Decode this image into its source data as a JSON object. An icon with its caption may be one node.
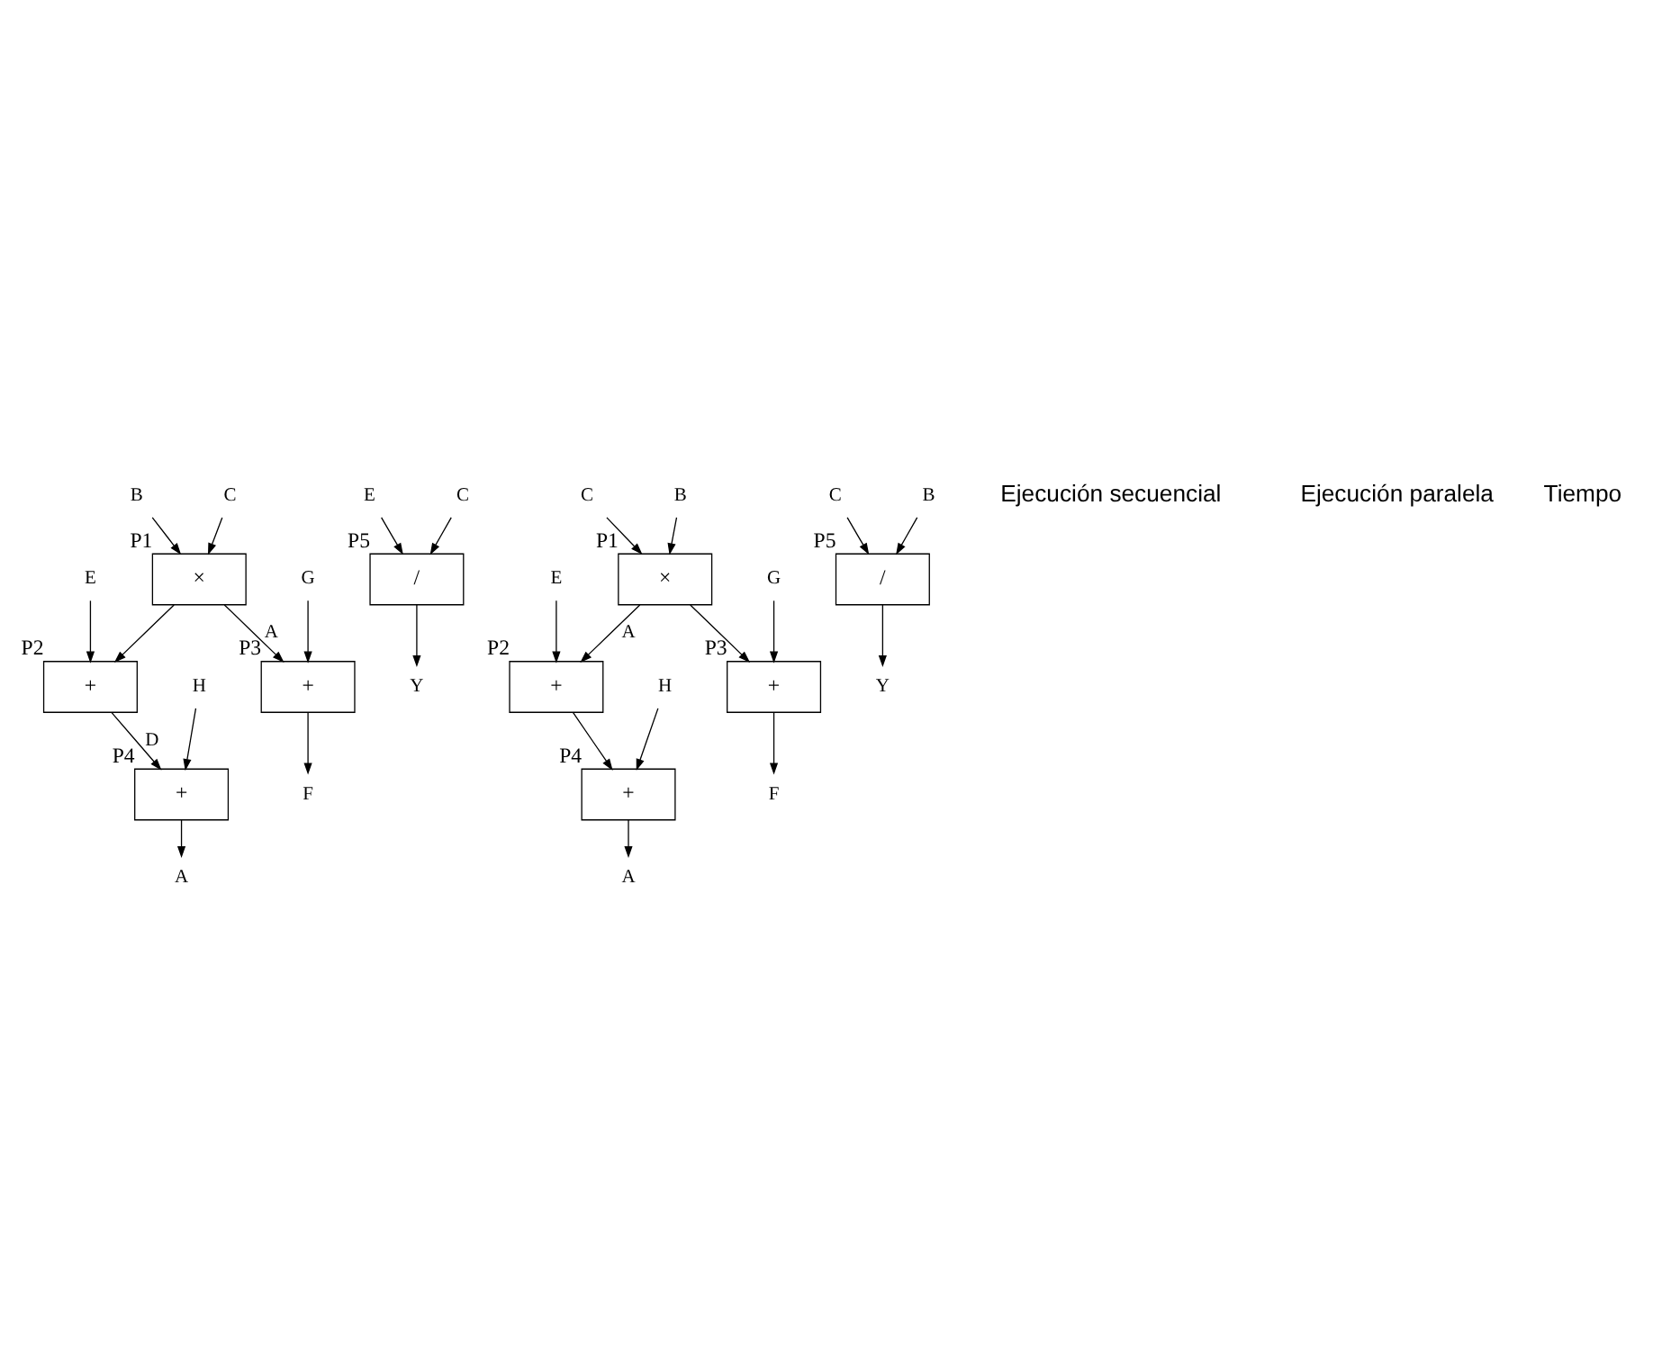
{
  "diagram": {
    "nodes": [
      {
        "text": [
          "B"
        ]
      },
      {
        "text": [
          "C"
        ]
      },
      {
        "text": [
          "×"
        ],
        "beside": [
          "P1"
        ]
      },
      {
        "text": [
          "E"
        ]
      },
      {
        "text": [
          "+"
        ],
        "beside": [
          "P2"
        ]
      },
      {
        "text": [
          "G"
        ]
      },
      {
        "text": [
          "+"
        ],
        "beside": [
          "P3"
        ]
      },
      {
        "text": [
          "F"
        ]
      },
      {
        "text": [
          "H"
        ]
      },
      {
        "text": [
          "+"
        ],
        "beside": [
          "P4"
        ]
      },
      {
        "text": [
          "E"
        ]
      },
      {
        "text": [
          "C"
        ]
      },
      {
        "text": [
          "/"
        ],
        "beside": [
          "P5"
        ]
      },
      {
        "text": [
          "A"
        ]
      },
      {
        "text": [
          "Y"
        ]
      },
      {
        "text": [
          "C"
        ]
      },
      {
        "text": [
          "B"
        ]
      },
      {
        "text": [
          "×"
        ],
        "beside": [
          "P1"
        ]
      },
      {
        "text": [
          "E"
        ]
      },
      {
        "text": [
          "+"
        ],
        "beside": [
          "P2"
        ]
      },
      {
        "text": [
          "G"
        ]
      },
      {
        "text": [
          "+"
        ],
        "beside": [
          "P3"
        ]
      },
      {
        "text": [
          "C"
        ]
      },
      {
        "text": [
          "B"
        ]
      },
      {
        "text": [
          "/"
        ],
        "beside": [
          "P5"
        ]
      },
      {
        "text": [
          "H"
        ]
      },
      {
        "text": [
          "+"
        ],
        "beside": [
          "P4"
        ]
      },
      {
        "text": [
          "A"
        ]
      },
      {
        "text": [
          "F"
        ]
      },
      {
        "text": [
          "Y"
        ]
      }
    ],
    "edges": [
      {
        "from": 0,
        "to": 2,
        "arrow": "to"
      },
      {
        "from": 1,
        "to": 2,
        "arrow": "to"
      },
      {
        "from": 2,
        "to": 4,
        "arrow": "to"
      },
      {
        "from": 2,
        "to": 6,
        "arrow": "to",
        "label": "A"
      },
      {
        "from": 3,
        "to": 4,
        "arrow": "to"
      },
      {
        "from": 4,
        "to": 9,
        "arrow": "to",
        "label": "D"
      },
      {
        "from": 5,
        "to": 6,
        "arrow": "to"
      },
      {
        "from": 6,
        "to": 7,
        "arrow": "to"
      },
      {
        "from": 8,
        "to": 9,
        "arrow": "to"
      },
      {
        "from": 9,
        "to": 13,
        "arrow": "to"
      },
      {
        "from": 11,
        "to": 12,
        "arrow": "to"
      },
      {
        "from": 10,
        "to": 12,
        "arrow": "to"
      },
      {
        "from": 12,
        "to": 14,
        "arrow": "to"
      },
      {
        "from": 15,
        "to": 17,
        "arrow": "to"
      },
      {
        "from": 16,
        "to": 17,
        "arrow": "to"
      },
      {
        "from": 17,
        "to": 19,
        "arrow": "to",
        "label": "A"
      },
      {
        "from": 17,
        "to": 21,
        "arrow": "to"
      },
      {
        "from": 18,
        "to": 19,
        "arrow": "to"
      },
      {
        "from": 20,
        "to": 21,
        "arrow": "to"
      },
      {
        "from": 22,
        "to": 24,
        "arrow": "to"
      },
      {
        "from": 23,
        "to": 24,
        "arrow": "to"
      },
      {
        "from": 19,
        "to": 26,
        "arrow": "to"
      },
      {
        "from": 25,
        "to": 26,
        "arrow": "to"
      },
      {
        "from": 26,
        "to": 27,
        "arrow": "to"
      },
      {
        "from": 21,
        "to": 28,
        "arrow": "to"
      },
      {
        "from": 24,
        "to": 29,
        "arrow": "to"
      }
    ],
    "labels": [
      "Ejecución secuencial",
      "Ejecución paralela",
      "Tiempo"
    ]
  }
}
